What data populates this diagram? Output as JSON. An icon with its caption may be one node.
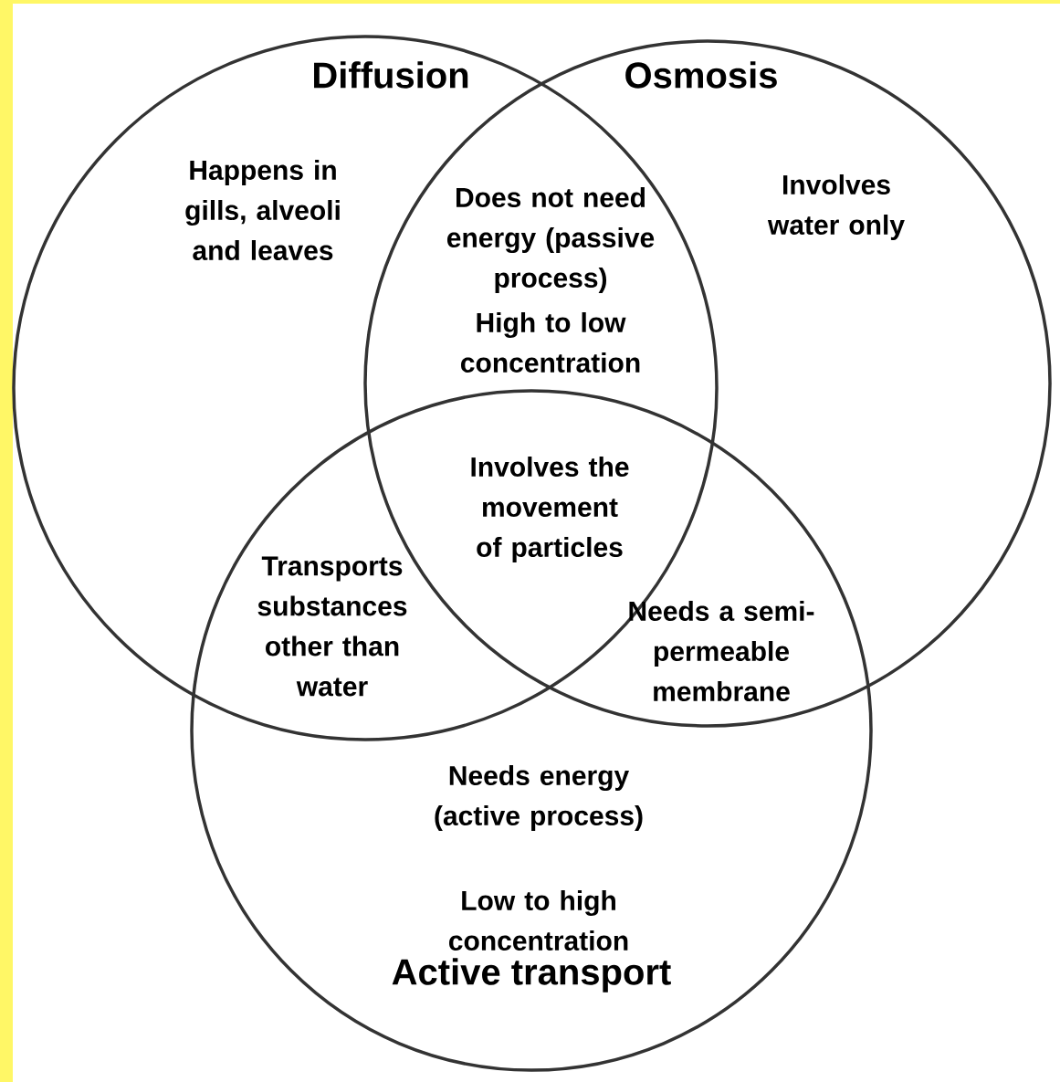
{
  "diagram": {
    "nodes": [
      {
        "text": [
          "Diffusion"
        ]
      },
      {
        "text": [
          "Osmosis"
        ]
      },
      {
        "text": [
          "Active transport"
        ]
      }
    ],
    "labels": [
      "Happens in gills, alveoli and leaves",
      "Does not need energy (passive process)",
      "Involves water only",
      "High to low concentration",
      "Involves the movement of particles",
      "Transports substances other than water",
      "Needs a semi-permeable membrane",
      "Needs energy (active process)",
      "Low to high concentration"
    ]
  }
}
